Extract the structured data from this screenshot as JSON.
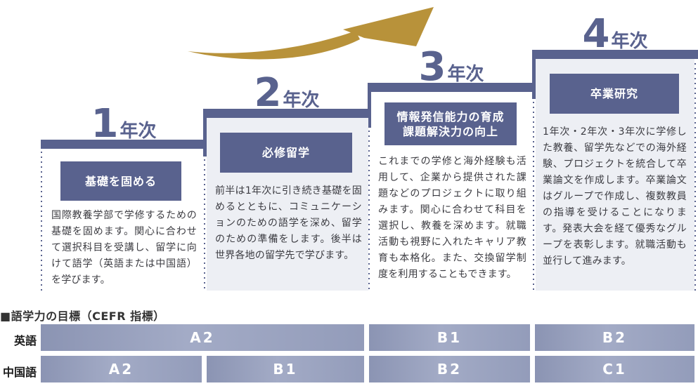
{
  "palette": {
    "slate_blue": "#59628e",
    "panel_gray": "#edeff4",
    "gold_arrow": "#b8923a",
    "cefr_bar": "#99a1bf",
    "body_text": "#3c3c42"
  },
  "columns": [
    {
      "year_num": "1",
      "year_suffix": "年次",
      "title": "基礎を固める",
      "body": "国際教養学部で学修するための基礎を固めます。関心に合わせて選択科目を受講し、留学に向けて語学（英語または中国語）を学びます。"
    },
    {
      "year_num": "2",
      "year_suffix": "年次",
      "title": "必修留学",
      "body": "前半は1年次に引き続き基礎を固めるとともに、コミュニケーションのための語学を深め、留学のための準備をします。後半は世界各地の留学先で学びます。"
    },
    {
      "year_num": "3",
      "year_suffix": "年次",
      "title": "情報発信能力の育成\n課題解決力の向上",
      "body": "これまでの学修と海外経験も活用して、企業から提供された課題などのプロジェクトに取り組みます。関心に合わせて科目を選択し、教養を深めます。就職活動も視野に入れたキャリア教育も本格化。また、交換留学制度を利用することもできます。"
    },
    {
      "year_num": "4",
      "year_suffix": "年次",
      "title": "卒業研究",
      "body": "1年次・2年次・3年次に学修した教養、留学先などでの海外経験、プロジェクトを統合して卒業論文を作成します。卒業論文はグループで作成し、複数教員の指導を受けることになります。発表大会を経て優秀なグループを表彰します。就職活動も並行して進みます。"
    }
  ],
  "cefr": {
    "heading": "■語学力の目標（CEFR 指標）",
    "rows": [
      {
        "label": "英語",
        "cells": [
          {
            "text": "A2",
            "years": "1-2"
          },
          {
            "text": "B1",
            "years": "3"
          },
          {
            "text": "B2",
            "years": "4"
          }
        ]
      },
      {
        "label": "中国語",
        "cells": [
          {
            "text": "A2",
            "years": "1"
          },
          {
            "text": "B1",
            "years": "2"
          },
          {
            "text": "B2",
            "years": "3"
          },
          {
            "text": "C1",
            "years": "4"
          }
        ]
      }
    ]
  }
}
